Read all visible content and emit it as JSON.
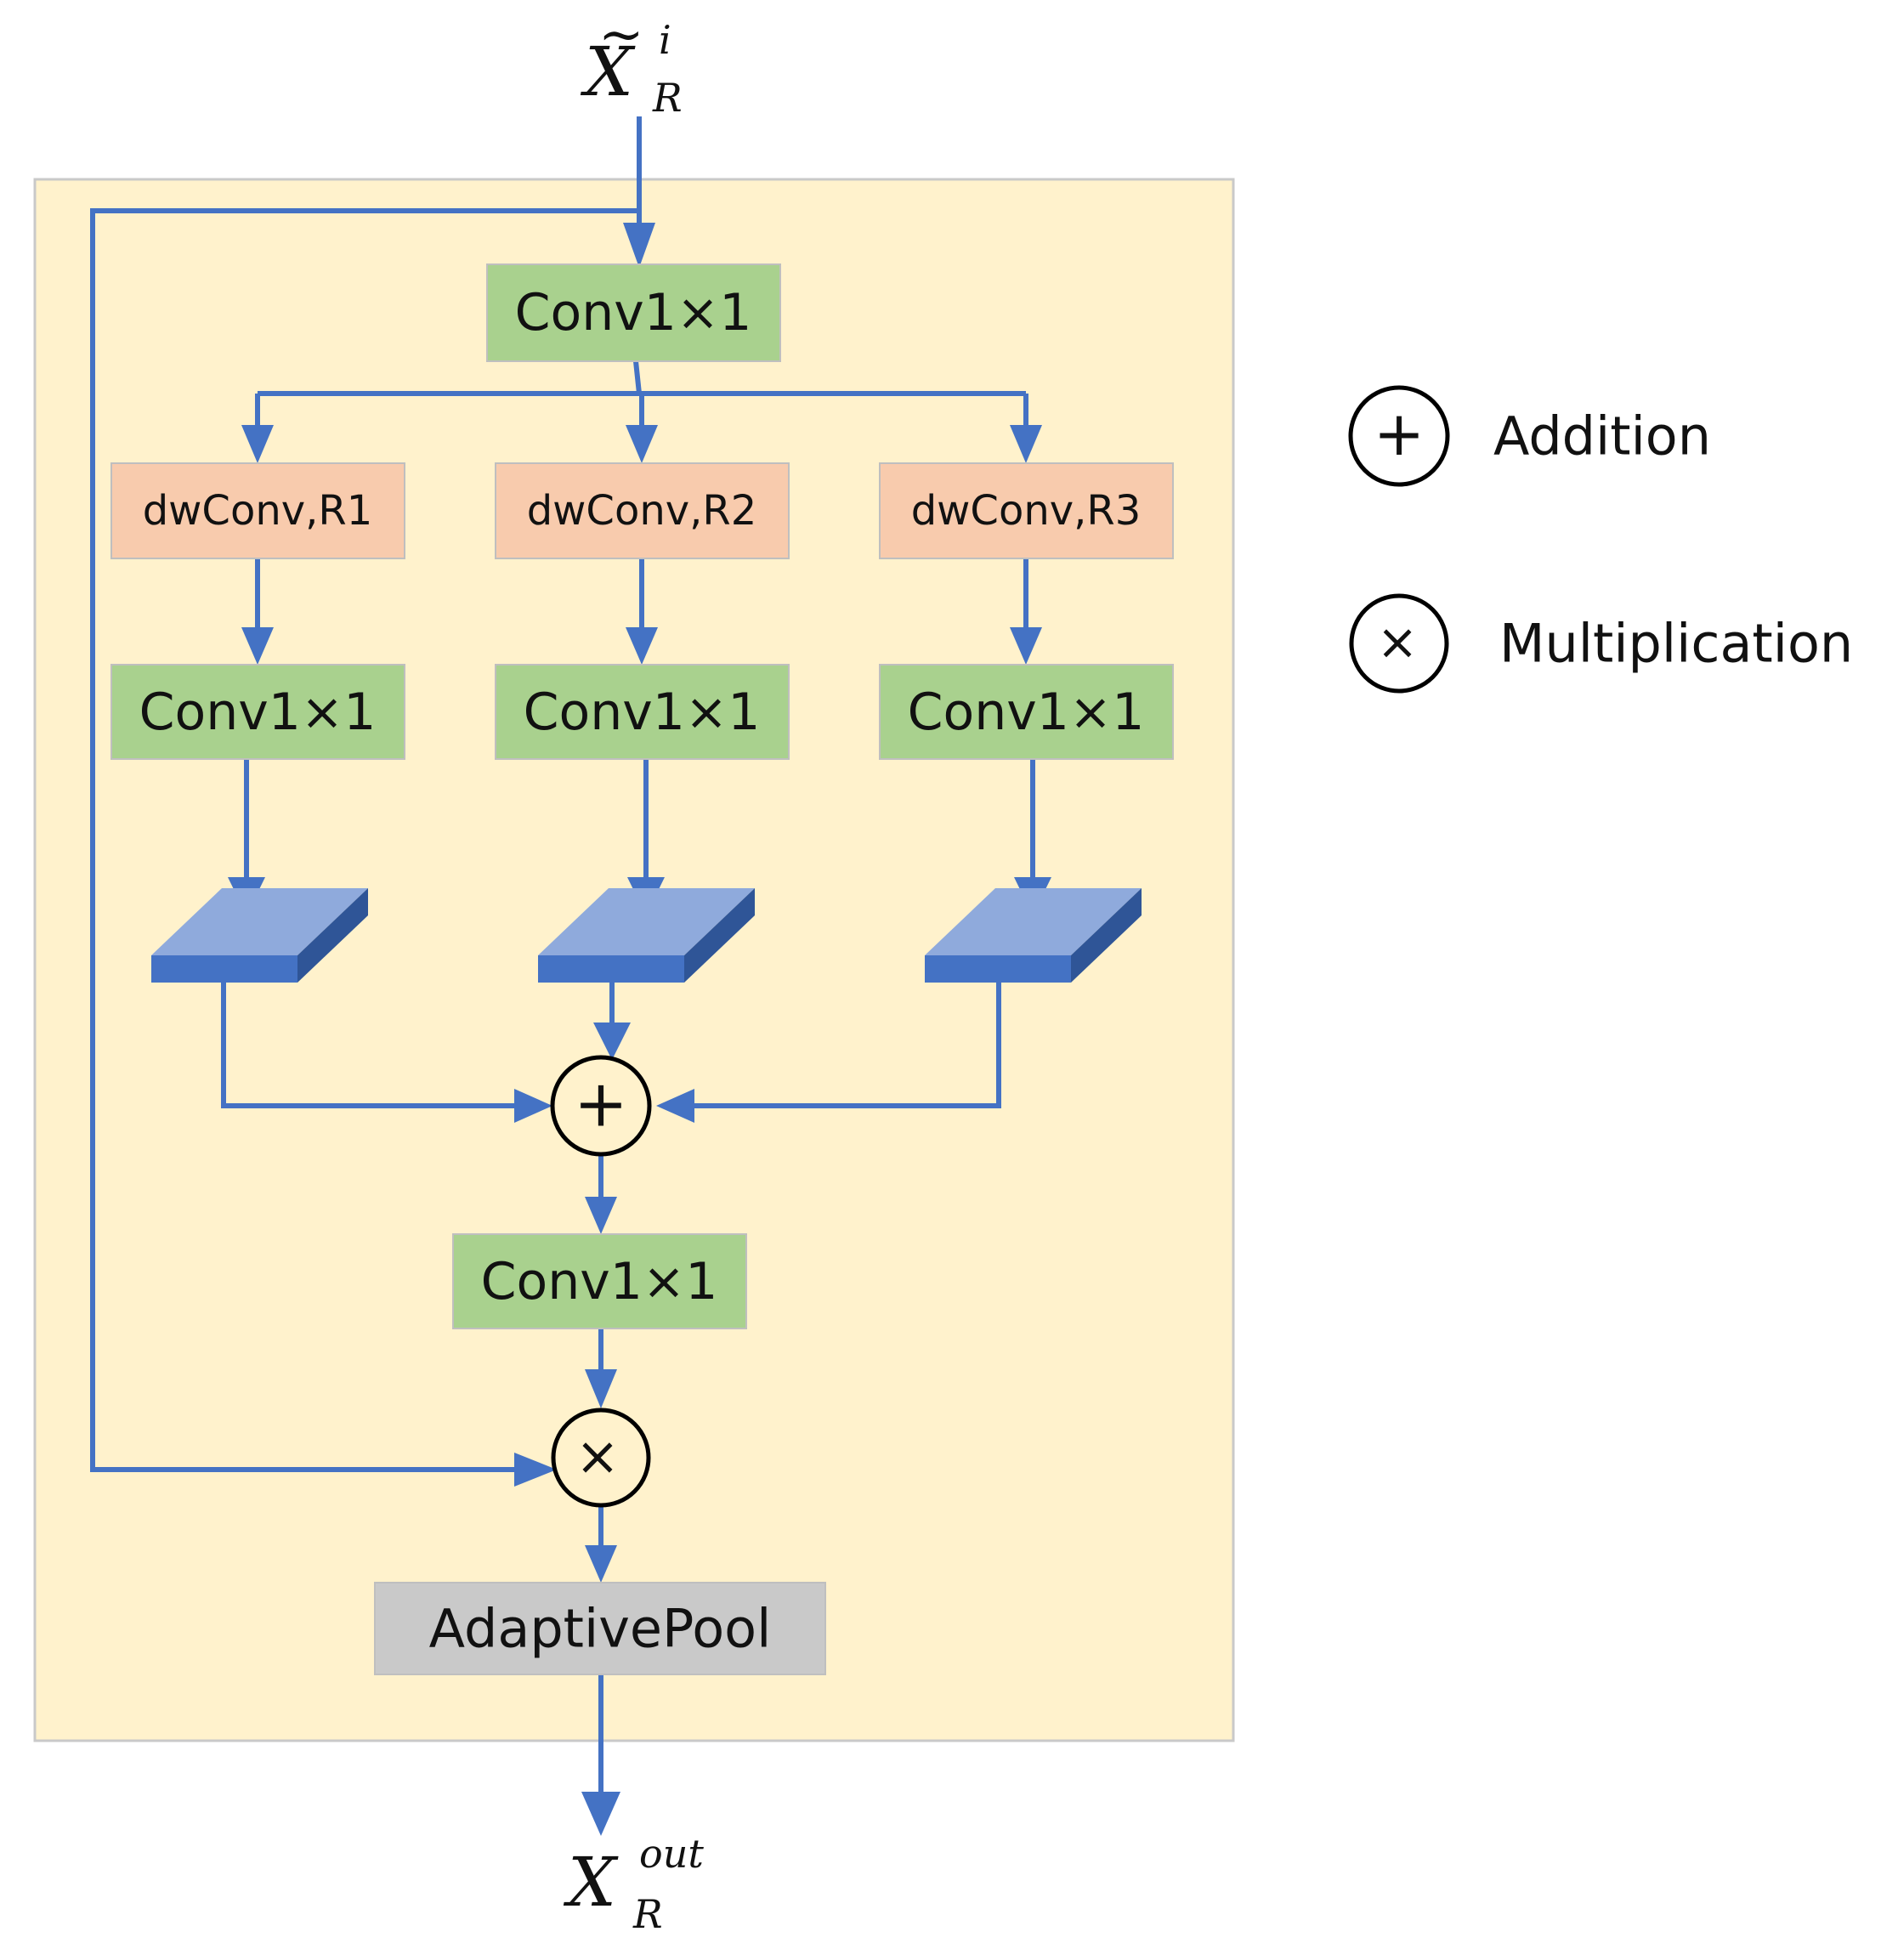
{
  "input_label": {
    "base": "X",
    "accent": "~",
    "sup": "i",
    "sub": "R"
  },
  "output_label": {
    "base": "X",
    "sup": "out",
    "sub": "R"
  },
  "blocks": {
    "conv_top": "Conv1×1",
    "dw_1": "dwConv,R1",
    "dw_2": "dwConv,R2",
    "dw_3": "dwConv,R3",
    "conv_b1": "Conv1×1",
    "conv_b2": "Conv1×1",
    "conv_b3": "Conv1×1",
    "conv_fuse": "Conv1×1",
    "pool": "AdaptivePool"
  },
  "operators": {
    "add": "+",
    "mul": "×"
  },
  "legend": [
    {
      "symbol": "+",
      "label": "Addition"
    },
    {
      "symbol": "×",
      "label": "Multiplication"
    }
  ],
  "colors": {
    "panel_fill": "#FFF2CC",
    "panel_border": "#C9C9C9",
    "conv_fill": "#A9D18E",
    "dwconv_fill": "#F8CBAD",
    "pool_fill": "#C9C9C9",
    "arrow": "#4472C4",
    "slab_top": "#8FAADC",
    "slab_side": "#2F5597",
    "slab_front": "#4472C4"
  }
}
